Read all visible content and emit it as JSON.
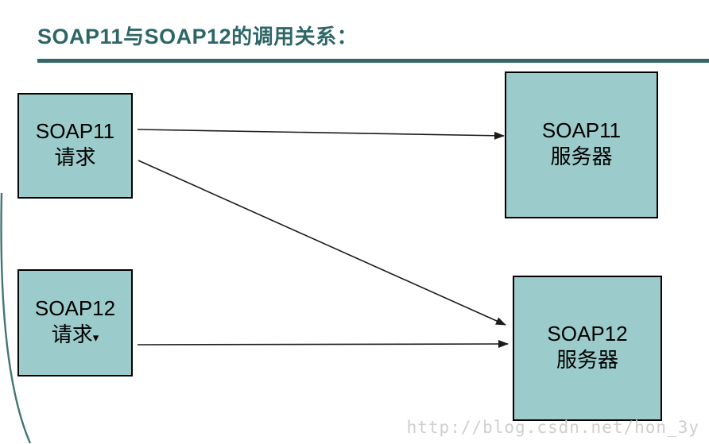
{
  "page": {
    "background": "#ffffff",
    "accent_color": "#336666",
    "box_fill": "#9bcbca",
    "box_border": "#000000",
    "arrow_color": "#1c1c1c",
    "watermark_color": "#cfcfcf"
  },
  "title": {
    "part1": "SOAP11",
    "conj": "与",
    "part2": "SOAP12",
    "suffix": "的调用关系："
  },
  "diagram": {
    "boxes": [
      {
        "id": "soap11-request",
        "line1": "SOAP11",
        "line2": "请求",
        "marker": ""
      },
      {
        "id": "soap11-server",
        "line1": "SOAP11",
        "line2": "服务器",
        "marker": ""
      },
      {
        "id": "soap12-request",
        "line1": "SOAP12",
        "line2": "请求",
        "marker": "▾"
      },
      {
        "id": "soap12-server",
        "line1": "SOAP12",
        "line2": "服务器",
        "marker": ""
      }
    ],
    "arrows": [
      {
        "from": "soap11-request",
        "to": "soap11-server"
      },
      {
        "from": "soap11-request",
        "to": "soap12-server"
      },
      {
        "from": "soap12-request",
        "to": "soap12-server"
      }
    ]
  },
  "watermark": {
    "text": "http://blog.csdn.net/hon_3y"
  }
}
